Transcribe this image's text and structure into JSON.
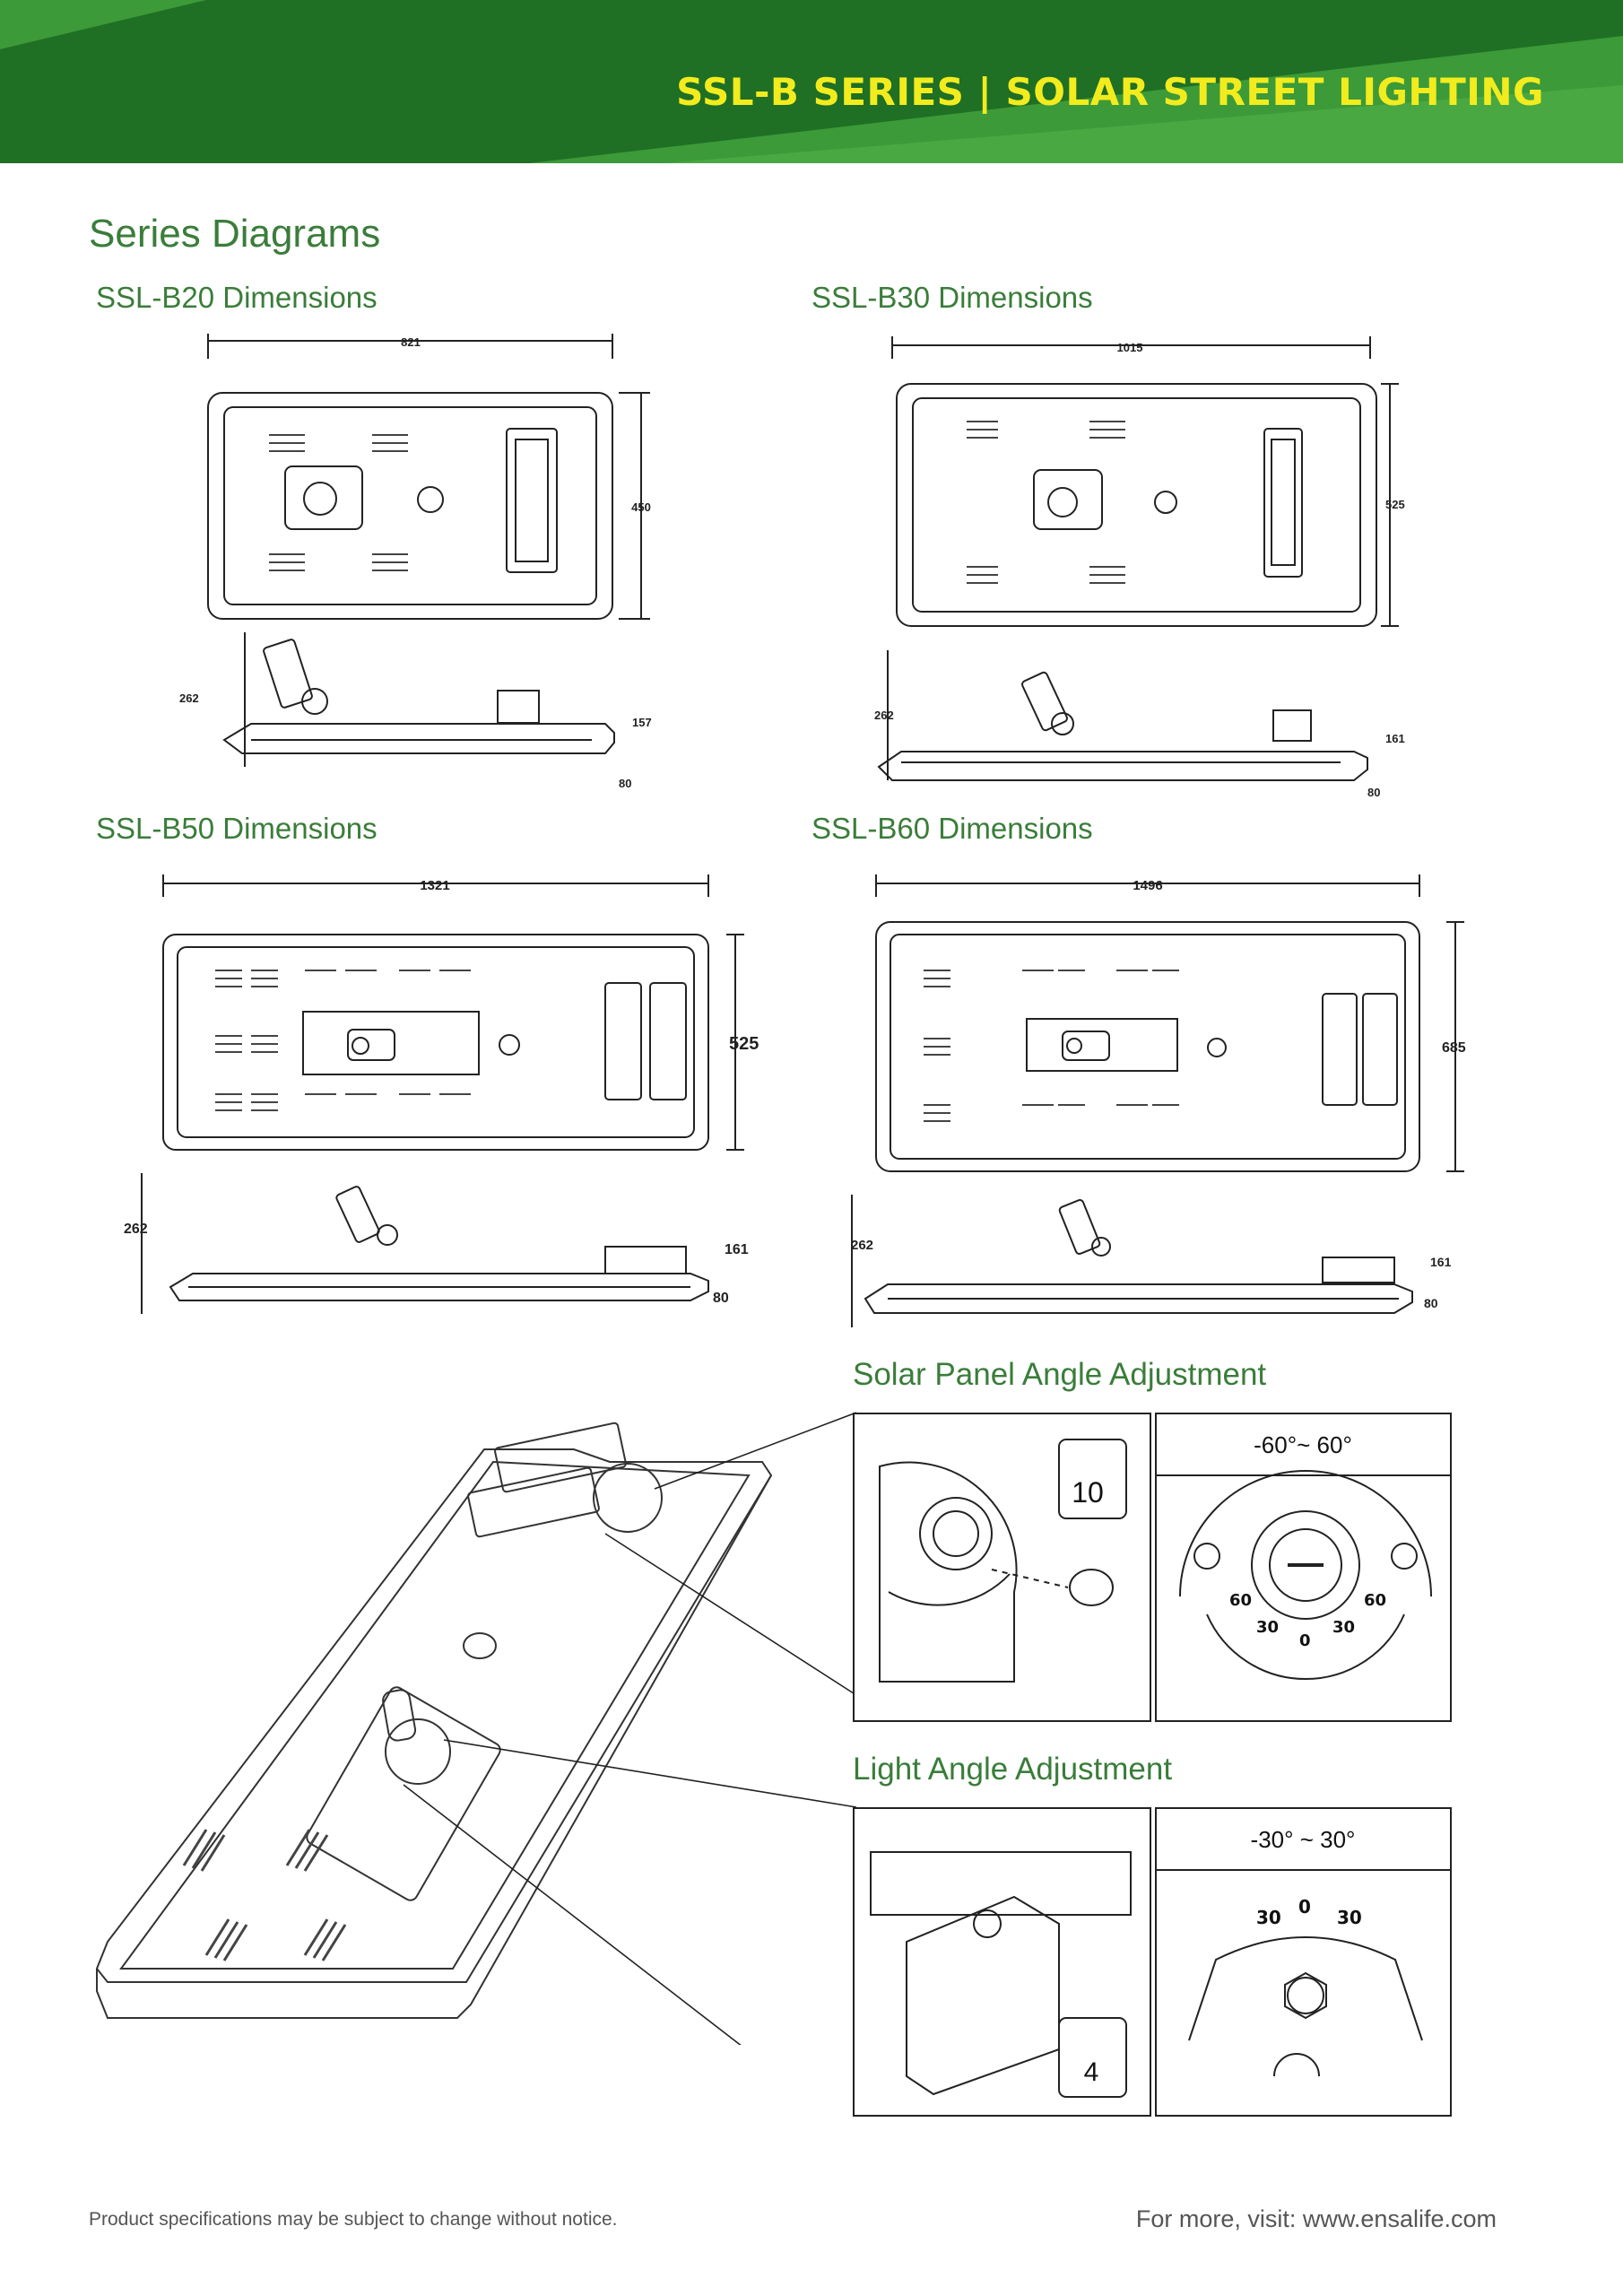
{
  "header": {
    "title": "SSL-B SERIES | SOLAR STREET LIGHTING"
  },
  "section_title": "Series Diagrams",
  "diagrams": [
    {
      "title": "SSL-B20 Dimensions",
      "width": "821",
      "height": "450",
      "total_height": "262",
      "side_height": "157",
      "base_height": "80"
    },
    {
      "title": "SSL-B30 Dimensions",
      "width": "1015",
      "height": "525",
      "total_height": "262",
      "side_height": "161",
      "base_height": "80"
    },
    {
      "title": "SSL-B50 Dimensions",
      "width": "1321",
      "height": "525",
      "total_height": "262",
      "side_height": "161",
      "base_height": "80"
    },
    {
      "title": "SSL-B60 Dimensions",
      "width": "1496",
      "height": "685",
      "total_height": "262",
      "side_height": "161",
      "base_height": "80"
    }
  ],
  "solar_adjust": {
    "title": "Solar Panel Angle Adjustment",
    "tool_size": "10",
    "range": "-60°~ 60°",
    "scale_labels": [
      "60",
      "30",
      "0",
      "30",
      "60"
    ]
  },
  "light_adjust": {
    "title": "Light Angle Adjustment",
    "tool_size": "4",
    "range": "-30° ~ 30°",
    "scale_labels": [
      "30",
      "0",
      "30"
    ]
  },
  "footer": {
    "note": "Product specifications may be subject to change without notice.",
    "link": "For more, visit: www.ensalife.com"
  },
  "colors": {
    "header_dark_green": "#1f6f25",
    "header_light_green": "#3c9a38",
    "title_yellow": "#f2ec1e",
    "accent_green": "#3a7d3a"
  }
}
